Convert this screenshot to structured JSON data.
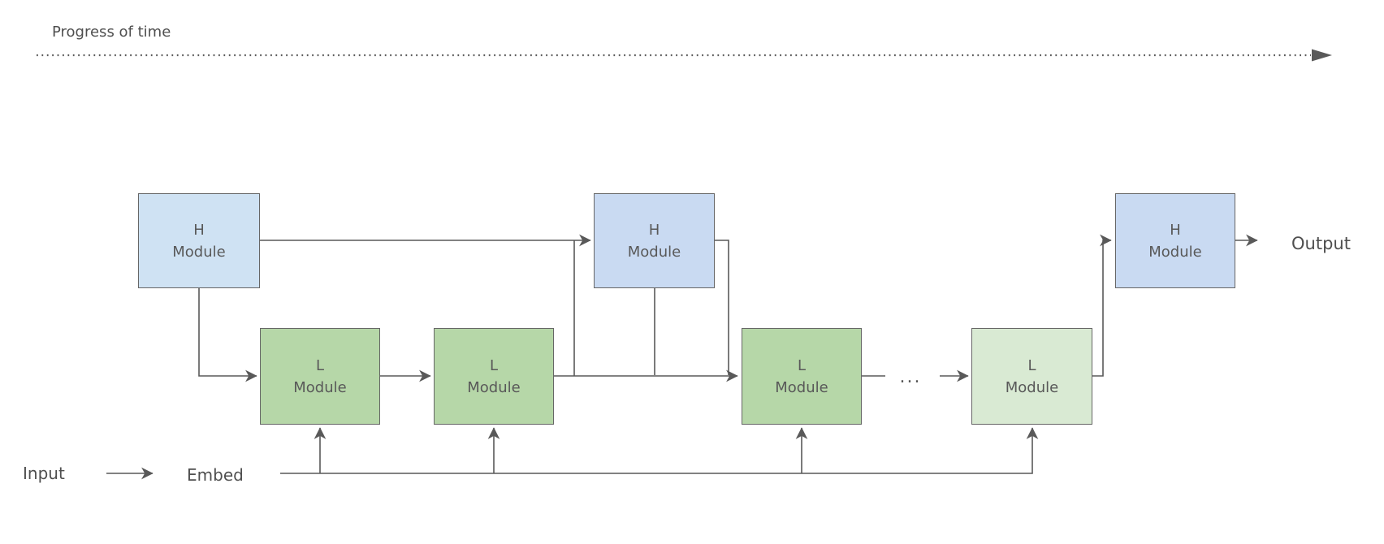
{
  "diagram": {
    "timeline_label": "Progress of time",
    "nodes": [
      {
        "id": "h-module-1",
        "line1": "H",
        "line2": "Module"
      },
      {
        "id": "h-module-2",
        "line1": "H",
        "line2": "Module"
      },
      {
        "id": "h-module-3",
        "line1": "H",
        "line2": "Module"
      },
      {
        "id": "l-module-1",
        "line1": "L",
        "line2": "Module"
      },
      {
        "id": "l-module-2",
        "line1": "L",
        "line2": "Module"
      },
      {
        "id": "l-module-3",
        "line1": "L",
        "line2": "Module"
      },
      {
        "id": "l-module-4",
        "line1": "L",
        "line2": "Module"
      }
    ],
    "labels": {
      "input": "Input",
      "embed": "Embed",
      "output": "Output",
      "ellipsis": "..."
    },
    "colors": {
      "h_fill_first": "#cfe2f3",
      "h_fill": "#c9daf2",
      "l_fill": "#b6d7a8",
      "l_fill_light": "#d9ead3",
      "box_border": "#666666",
      "connector": "#595959",
      "text": "#4f4f4f"
    }
  }
}
